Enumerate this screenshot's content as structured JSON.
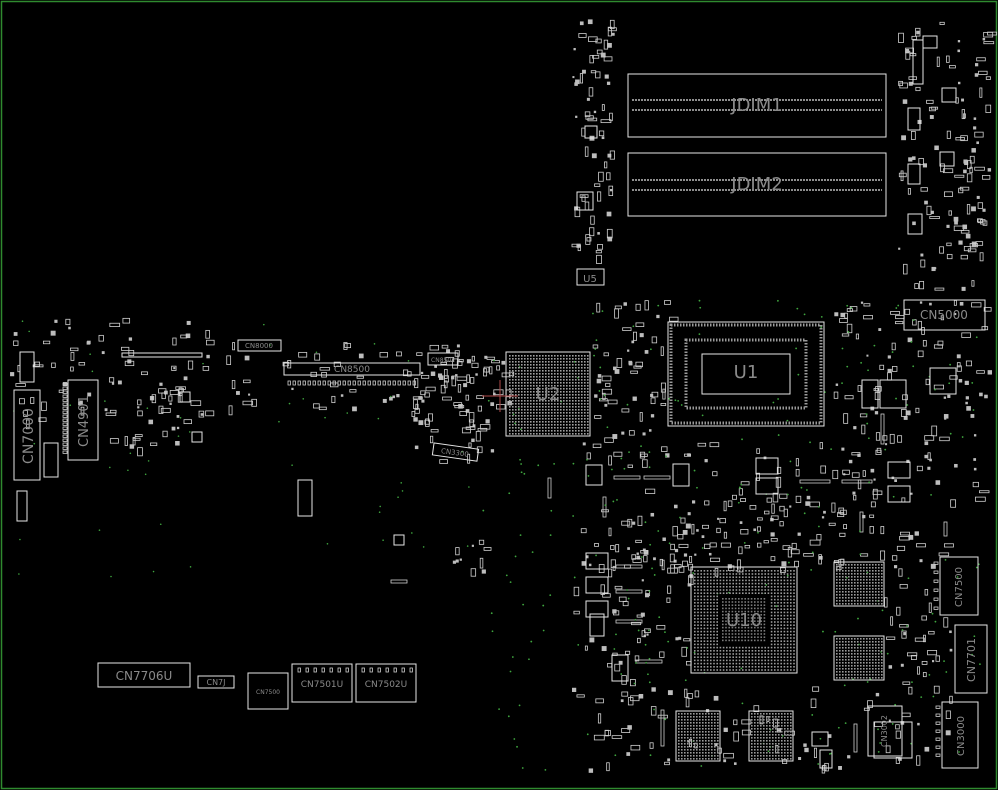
{
  "colors": {
    "background": "#000000",
    "frame": "#2f8a2f",
    "outline": "#e6e6e6",
    "label": "#8a8a8a",
    "pad": "#b0b0b0",
    "via": "#3fa63f"
  },
  "components": {
    "jdim1": "JDIM1",
    "jdim2": "JDIM2",
    "u1": "U1",
    "u2": "U2",
    "u10": "U10",
    "u5": "U5",
    "cn5000": "CN5000",
    "cn7000": "CN7000",
    "cn4901": "CN4901",
    "cn8500": "CN8500",
    "cn8000": "CN8000",
    "cn8501": "CN8501",
    "cn3300": "CN3300",
    "cn7706u": "CN7706U",
    "cn7j": "CN7J",
    "cn7500u": "CN7500",
    "cn7501u": "CN7501U",
    "cn7502u": "CN7502U",
    "cn7500": "CN7500",
    "cn7701": "CN7701",
    "cn3000": "CN3000",
    "cn3002": "CN3002"
  }
}
